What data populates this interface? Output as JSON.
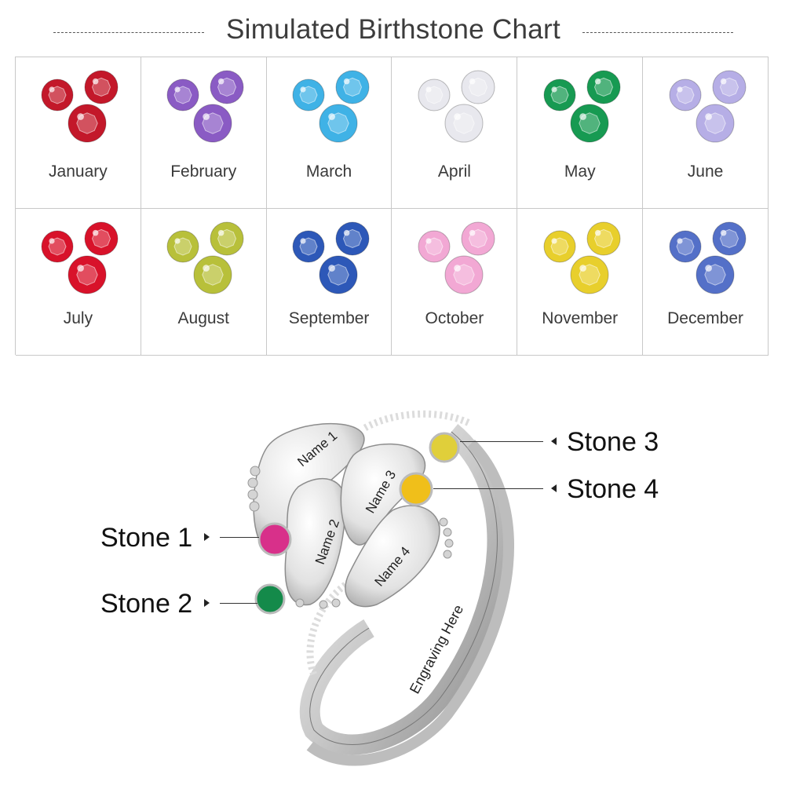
{
  "title": "Simulated Birthstone Chart",
  "months": [
    {
      "name": "January",
      "color": "#c3182a"
    },
    {
      "name": "February",
      "color": "#8a5bc4"
    },
    {
      "name": "March",
      "color": "#3fb2e6"
    },
    {
      "name": "April",
      "color": "#e8e8ee"
    },
    {
      "name": "May",
      "color": "#179a52"
    },
    {
      "name": "June",
      "color": "#b6aee6"
    },
    {
      "name": "July",
      "color": "#d8122a"
    },
    {
      "name": "August",
      "color": "#b8c03a"
    },
    {
      "name": "September",
      "color": "#2d58b8"
    },
    {
      "name": "October",
      "color": "#f2a8d4"
    },
    {
      "name": "November",
      "color": "#e8cf2c"
    },
    {
      "name": "December",
      "color": "#5470c8"
    }
  ],
  "ring": {
    "stones": [
      {
        "label": "Stone 1",
        "color": "#d8308a"
      },
      {
        "label": "Stone 2",
        "color": "#148a4a"
      },
      {
        "label": "Stone 3",
        "color": "#e0cf3a"
      },
      {
        "label": "Stone 4",
        "color": "#f0bf1a"
      }
    ],
    "engravings": [
      "Name 1",
      "Name 2",
      "Name 3",
      "Name 4",
      "Engraving Here"
    ]
  }
}
